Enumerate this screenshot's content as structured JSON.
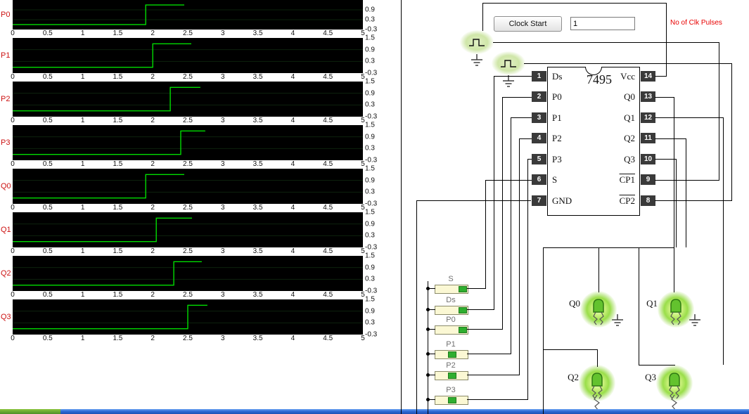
{
  "chart_data": {
    "type": "line",
    "xlim": [
      0,
      5
    ],
    "ylim": [
      -0.3,
      1.5
    ],
    "x_ticks": [
      "0",
      "0.5",
      "1",
      "1.5",
      "2",
      "2.5",
      "3",
      "3.5",
      "4",
      "4.5",
      "5"
    ],
    "y_ticks": [
      "1.5",
      "0.9",
      "0.3",
      "-0.3"
    ],
    "high_level": 1.2,
    "low_level": 0,
    "series": [
      {
        "name": "P0",
        "x": [
          0,
          1.9,
          1.9,
          2.45
        ],
        "y": [
          0,
          0,
          1.2,
          1.2
        ]
      },
      {
        "name": "P1",
        "x": [
          0,
          2.0,
          2.0,
          2.55
        ],
        "y": [
          0,
          0,
          1.2,
          1.2
        ]
      },
      {
        "name": "P2",
        "x": [
          0,
          2.25,
          2.25,
          2.68
        ],
        "y": [
          0,
          0,
          1.2,
          1.2
        ]
      },
      {
        "name": "P3",
        "x": [
          0,
          2.4,
          2.4,
          2.75
        ],
        "y": [
          0,
          0,
          1.2,
          1.2
        ]
      },
      {
        "name": "Q0",
        "x": [
          0,
          1.9,
          1.9,
          2.45
        ],
        "y": [
          0,
          0,
          1.2,
          1.2
        ]
      },
      {
        "name": "Q1",
        "x": [
          0,
          2.05,
          2.05,
          2.56
        ],
        "y": [
          0,
          0,
          1.2,
          1.2
        ]
      },
      {
        "name": "Q2",
        "x": [
          0,
          2.3,
          2.3,
          2.7
        ],
        "y": [
          0,
          0,
          1.2,
          1.2
        ]
      },
      {
        "name": "Q3",
        "x": [
          0,
          2.5,
          2.5,
          2.78
        ],
        "y": [
          0,
          0,
          1.2,
          1.2
        ]
      }
    ]
  },
  "controls": {
    "clock_start_label": "Clock Start",
    "pulses_value": "1",
    "pulses_label": "No of Clk Pulses"
  },
  "chip": {
    "name": "7495",
    "left_pins": [
      {
        "num": "1",
        "label": "Ds"
      },
      {
        "num": "2",
        "label": "P0"
      },
      {
        "num": "3",
        "label": "P1"
      },
      {
        "num": "4",
        "label": "P2"
      },
      {
        "num": "5",
        "label": "P3"
      },
      {
        "num": "6",
        "label": "S"
      },
      {
        "num": "7",
        "label": "GND"
      }
    ],
    "right_pins": [
      {
        "num": "14",
        "label": "Vcc"
      },
      {
        "num": "13",
        "label": "Q0"
      },
      {
        "num": "12",
        "label": "Q1"
      },
      {
        "num": "11",
        "label": "Q2"
      },
      {
        "num": "10",
        "label": "Q3"
      },
      {
        "num": "9",
        "label": "CP1"
      },
      {
        "num": "8",
        "label": "CP2"
      }
    ]
  },
  "switches": [
    {
      "label": "S",
      "knob_position": "right"
    },
    {
      "label": "Ds",
      "knob_position": "right"
    },
    {
      "label": "P0",
      "knob_position": "right"
    },
    {
      "label": "P1",
      "knob_position": "center"
    },
    {
      "label": "P2",
      "knob_position": "center"
    },
    {
      "label": "P3",
      "knob_position": "center"
    }
  ],
  "leds": [
    {
      "label": "Q0"
    },
    {
      "label": "Q1"
    },
    {
      "label": "Q2"
    },
    {
      "label": "Q3"
    }
  ],
  "icons": {
    "clock_source": "pulse-wave",
    "ground": "ground-symbol",
    "led": "green-led-glow"
  }
}
